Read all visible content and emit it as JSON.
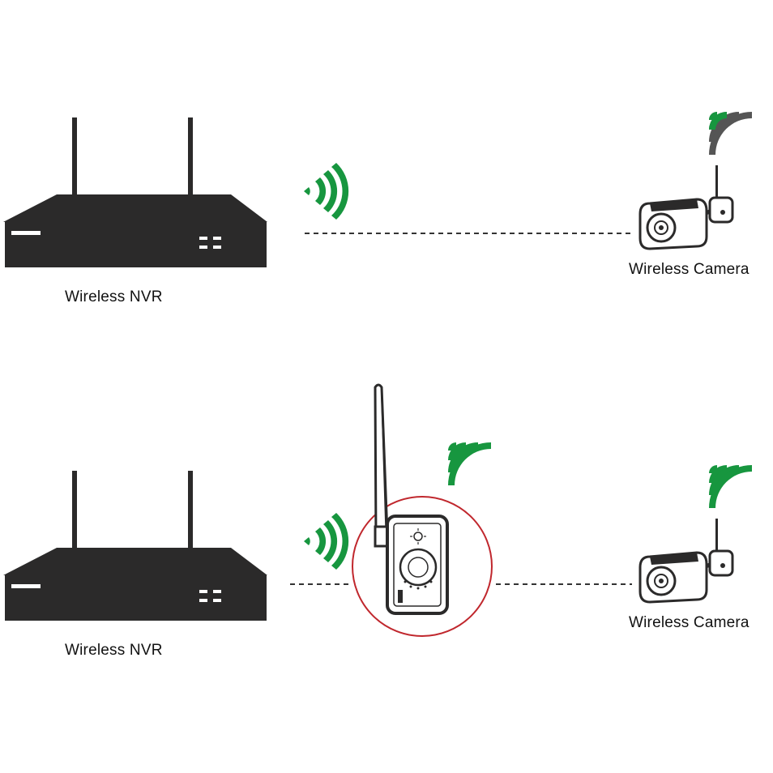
{
  "rows": [
    {
      "nvr_label": "Wireless NVR",
      "camera_label": "Wireless Camera",
      "has_repeater": false,
      "camera_signal": "weak"
    },
    {
      "nvr_label": "Wireless NVR",
      "camera_label": "Wireless Camera",
      "has_repeater": true,
      "camera_signal": "strong"
    }
  ],
  "colors": {
    "device": "#2b2a2a",
    "signal_strong": "#17963f",
    "signal_weak": "#555555",
    "highlight_ring": "#c0272d",
    "link_line": "#333333"
  },
  "icons": {
    "nvr": "nvr-icon",
    "camera": "camera-icon",
    "repeater": "repeater-icon",
    "wifi": "wifi-signal-icon"
  }
}
